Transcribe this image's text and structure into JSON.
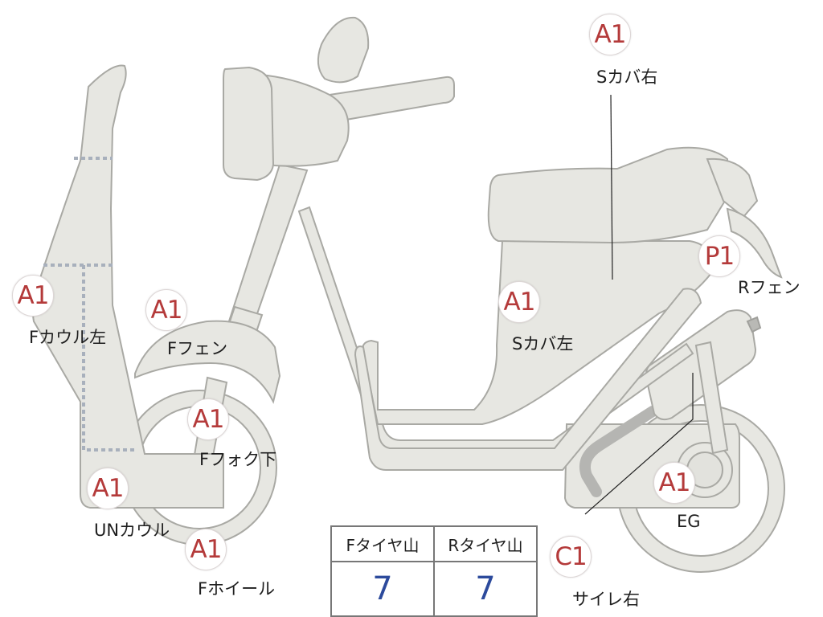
{
  "callouts": [
    {
      "id": "f-cowl-left",
      "grade": "A1",
      "label": "Fカウル左"
    },
    {
      "id": "f-fender",
      "grade": "A1",
      "label": "Fフェン"
    },
    {
      "id": "f-fork-lower",
      "grade": "A1",
      "label": "Fフォク下"
    },
    {
      "id": "un-cowl",
      "grade": "A1",
      "label": "UNカウル"
    },
    {
      "id": "f-wheel",
      "grade": "A1",
      "label": "Fホイール"
    },
    {
      "id": "s-cover-right",
      "grade": "A1",
      "label": "Sカバ右"
    },
    {
      "id": "s-cover-left",
      "grade": "A1",
      "label": "Sカバ左"
    },
    {
      "id": "r-fender",
      "grade": "P1",
      "label": "Rフェン"
    },
    {
      "id": "engine",
      "grade": "A1",
      "label": "EG"
    },
    {
      "id": "muffler-right",
      "grade": "C1",
      "label": "サイレ右"
    }
  ],
  "tire_tread": {
    "front_header": "Fタイヤ山",
    "rear_header": "Rタイヤ山",
    "front_value": "7",
    "rear_value": "7"
  },
  "colors": {
    "part_fill": "#e7e7e2",
    "part_outline": "#a9a9a4",
    "grade_text": "#b43a3a",
    "value_text": "#2c4a9c"
  }
}
